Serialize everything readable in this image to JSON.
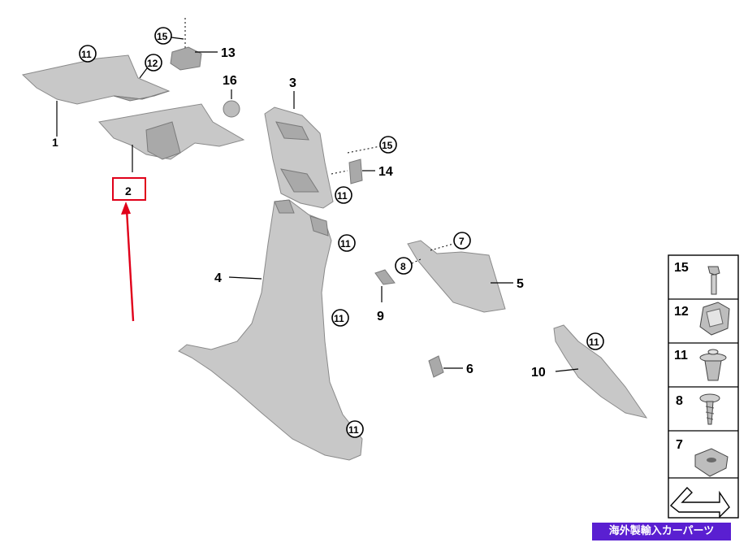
{
  "labels": {
    "p1": "1",
    "p2": "2",
    "p3": "3",
    "p4": "4",
    "p5": "5",
    "p6": "6",
    "p7": "7",
    "p8": "8",
    "p9": "9",
    "p10": "10",
    "p11": "11",
    "p12": "12",
    "p13": "13",
    "p14": "14",
    "p15": "15",
    "p16": "16"
  },
  "legend": [
    {
      "number": "15",
      "icon": "rivet-icon"
    },
    {
      "number": "12",
      "icon": "clip-icon"
    },
    {
      "number": "11",
      "icon": "push-pin-icon"
    },
    {
      "number": "8",
      "icon": "screw-icon"
    },
    {
      "number": "7",
      "icon": "nut-icon"
    },
    {
      "number": "",
      "icon": "arrow-corner-icon"
    }
  ],
  "badge_text": "海外製輸入カーパーツ",
  "colors": {
    "highlight": "#e0001a",
    "badge": "#5a1fd1",
    "part_fill": "#c8c8c8"
  }
}
